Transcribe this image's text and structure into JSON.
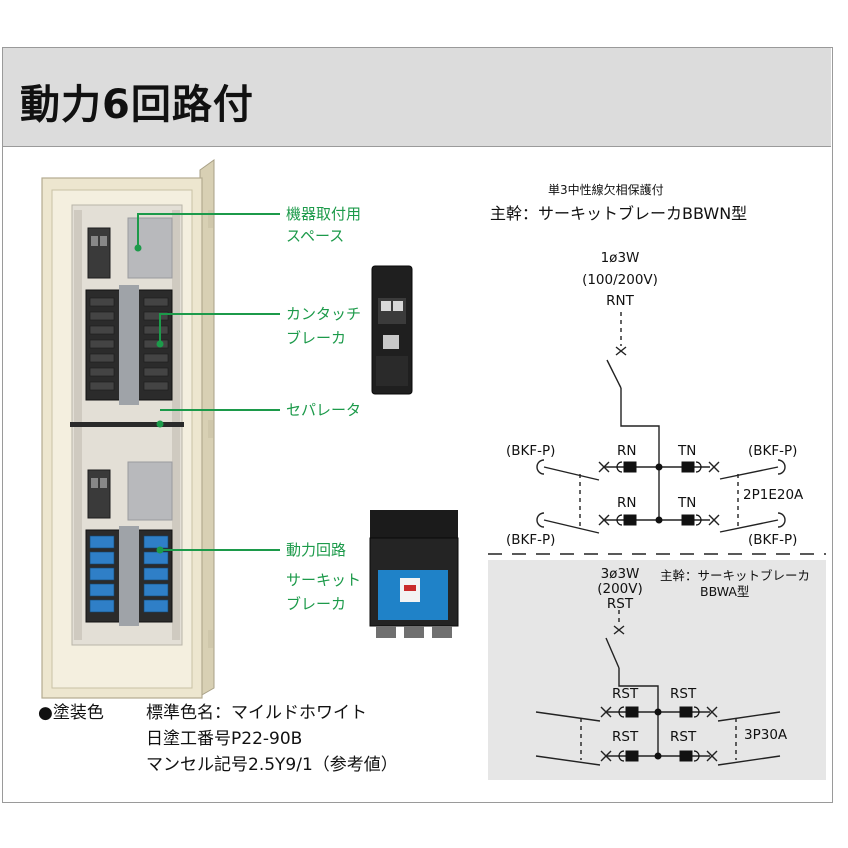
{
  "title": "動力6回路付",
  "labels": {
    "kiki_1": "機器取付用",
    "kiki_2": "スペース",
    "kantacchi_1": "カンタッチ",
    "kantacchi_2": "ブレーカ",
    "separator": "セパレータ",
    "douryoku": "動力回路",
    "circuit_1": "サーキット",
    "circuit_2": "ブレーカ"
  },
  "paint": {
    "bullet": "●塗装色",
    "line1": "標準色名：マイルドホワイト",
    "line2": "日塗工番号P22-90B",
    "line3": "マンセル記号2.5Y9/1（参考値）"
  },
  "diagram": {
    "top_note": "単3中性線欠相保護付",
    "main_type": "主幹：サーキットブレーカBBWN型",
    "supply_1": "1ø3W",
    "supply_2": "(100/200V)",
    "supply_3": "RNT",
    "rn": "RN",
    "tn": "TN",
    "bkf_p": "(BKF-P)",
    "branch_1": "2P1E20A",
    "supply3_1": "3ø3W",
    "supply3_2": "(200V)",
    "supply3_3": "RST",
    "main3_1": "主幹：サーキットブレーカ",
    "main3_2": "BBWA型",
    "rst": "RST",
    "branch_2": "3P30A"
  },
  "colors": {
    "accent_green": "#1c9a4a",
    "panel_cream": "#ede6cf",
    "header_gray": "#dcdcdc"
  }
}
